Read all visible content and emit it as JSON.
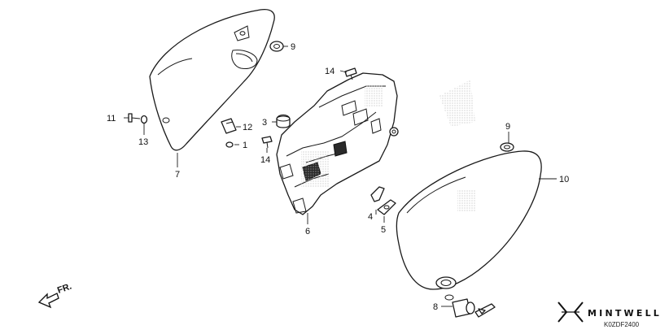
{
  "callouts": {
    "c1": "1",
    "c3": "3",
    "c4": "4",
    "c5": "5",
    "c6": "6",
    "c7": "7",
    "c8": "8",
    "c9a": "9",
    "c9b": "9",
    "c10": "10",
    "c11": "11",
    "c12": "12",
    "c13": "13",
    "c14a": "14",
    "c14b": "14"
  },
  "direction_label": "FR.",
  "diagram_code": "K0ZDF2400",
  "watermark": {
    "brand": "MINTWELL"
  },
  "colors": {
    "line": "#1a1a1a",
    "background": "#ffffff",
    "dots": "#bdbdbd"
  }
}
